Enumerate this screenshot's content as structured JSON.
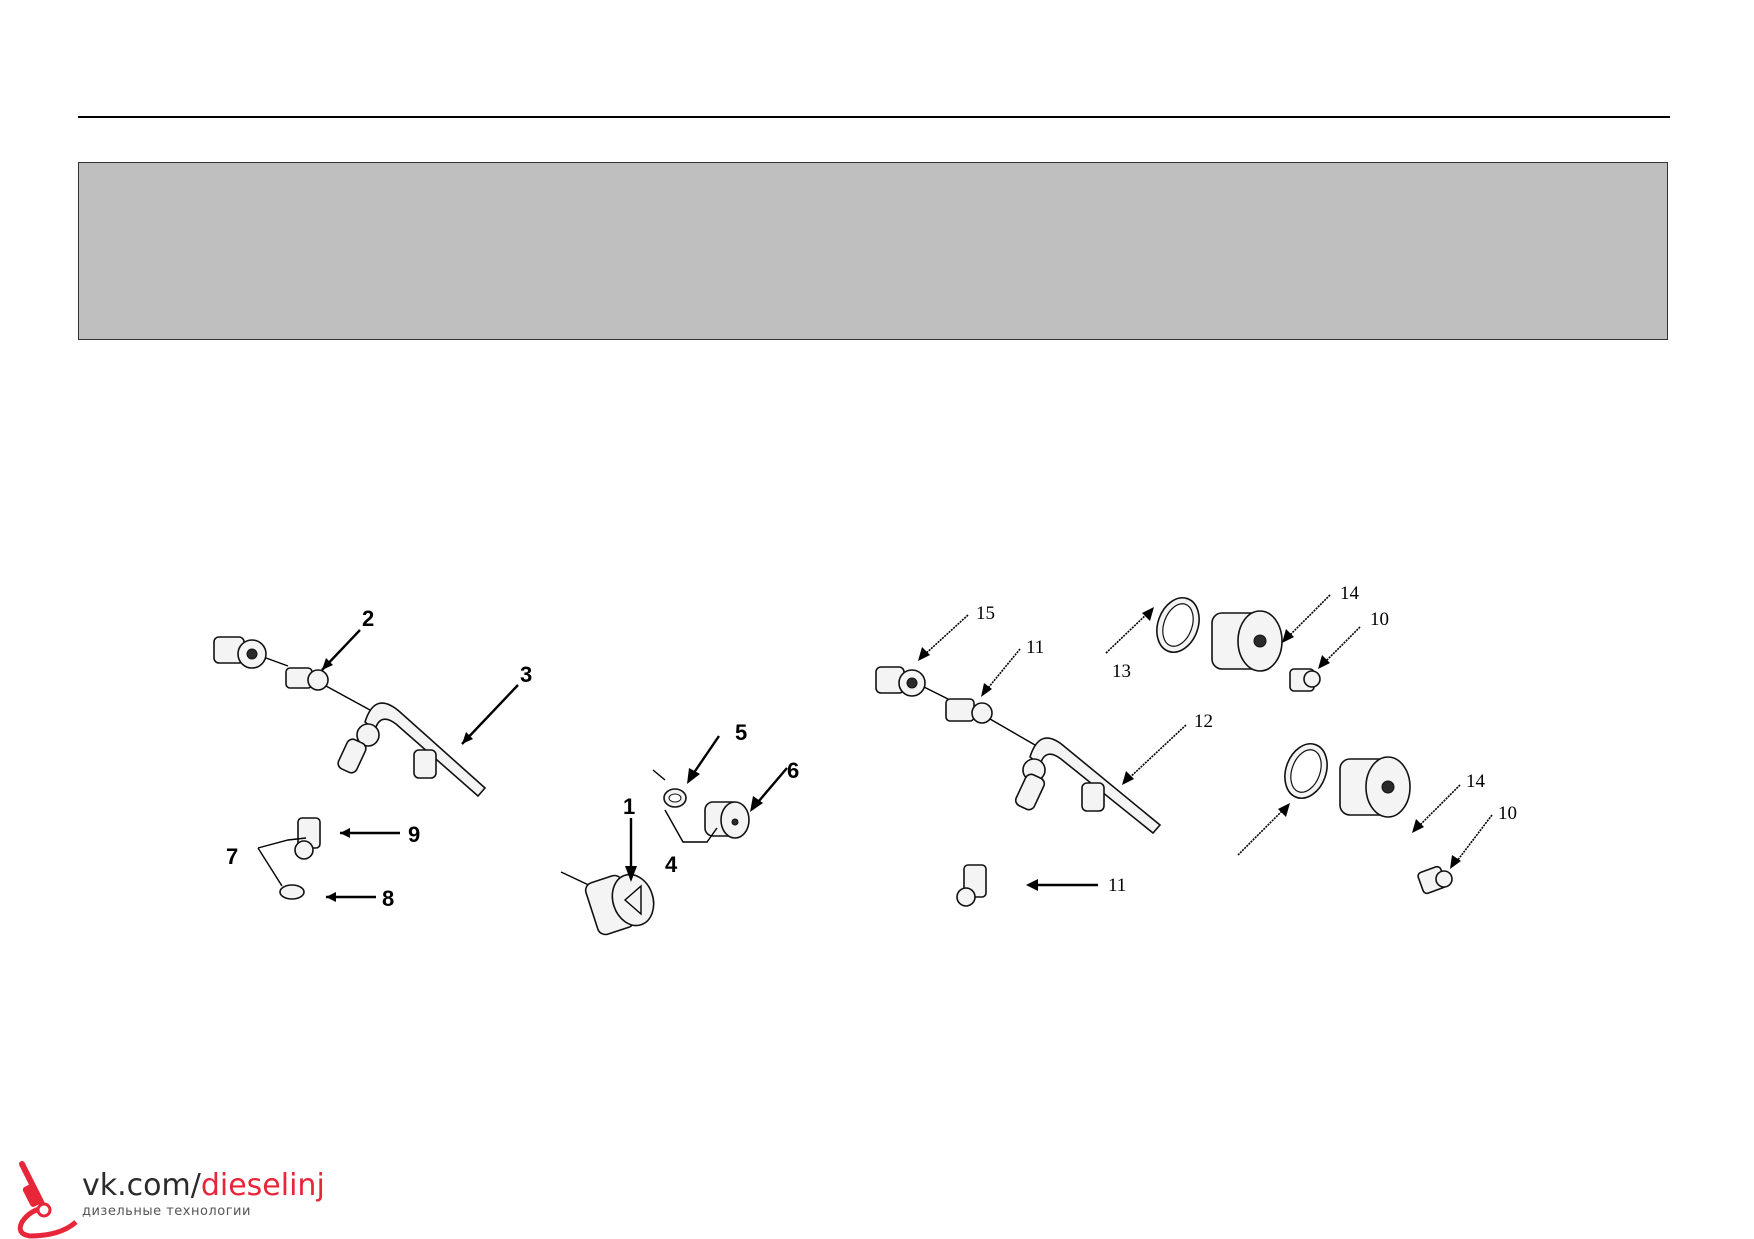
{
  "figure_left": {
    "labels": [
      "2",
      "3",
      "7",
      "8",
      "9"
    ]
  },
  "figure_middle": {
    "labels": [
      "1",
      "4",
      "5",
      "6"
    ]
  },
  "figure_right": {
    "labels": [
      "15",
      "11",
      "13",
      "14",
      "10",
      "12",
      "14",
      "10",
      "11"
    ]
  },
  "logo": {
    "prefix": "vk.com/",
    "accent": "dieselinj",
    "subtitle": "дизельные технологии",
    "accent_color": "#e8263a"
  }
}
